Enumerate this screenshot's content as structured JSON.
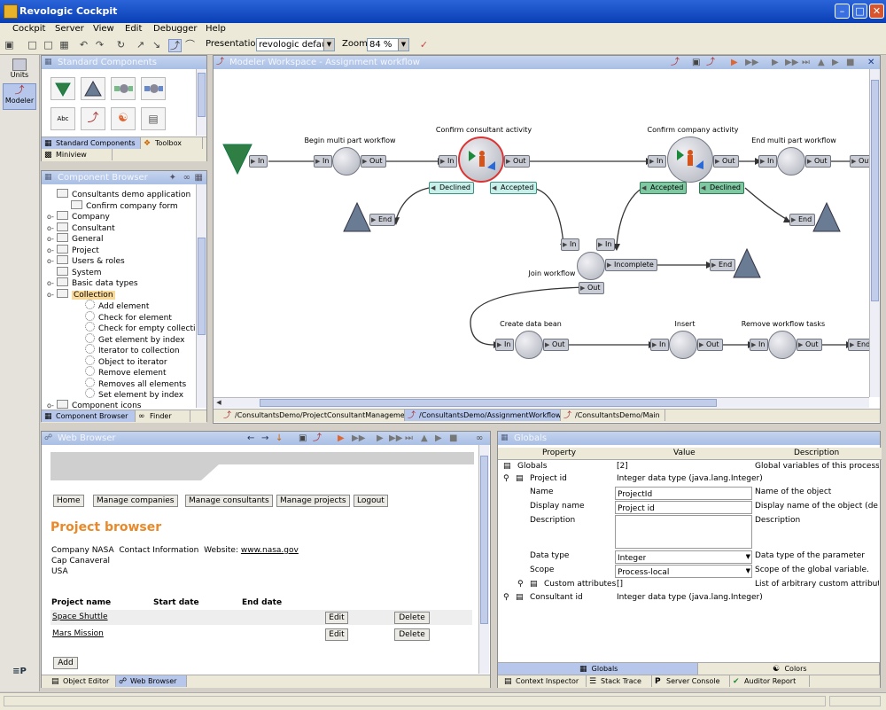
{
  "window": {
    "title": "Revologic Cockpit"
  },
  "menu": [
    "Cockpit",
    "Server",
    "View",
    "Edit",
    "Debugger",
    "Help"
  ],
  "toolbar": {
    "presentation_label": "Presentation",
    "presentation_value": "revologic default",
    "zoom_label": "Zoom",
    "zoom_value": "84 %"
  },
  "sidebar": {
    "units_label": "Units",
    "modeler_label": "Modeler"
  },
  "std_components": {
    "title": "Standard Components",
    "tabs": [
      "Standard Components",
      "Toolbox",
      "Miniview"
    ]
  },
  "component_browser": {
    "title": "Component Browser",
    "items": [
      {
        "label": "Consultants demo application",
        "kind": "folder",
        "exp": ""
      },
      {
        "label": "Confirm company form",
        "kind": "form",
        "exp": ""
      },
      {
        "label": "Company",
        "kind": "folder",
        "exp": "o-"
      },
      {
        "label": "Consultant",
        "kind": "folder",
        "exp": "o-"
      },
      {
        "label": "General",
        "kind": "folder",
        "exp": "o-"
      },
      {
        "label": "Project",
        "kind": "folder",
        "exp": "o-"
      },
      {
        "label": "Users & roles",
        "kind": "folder",
        "exp": "o-"
      },
      {
        "label": "System",
        "kind": "folder",
        "exp": ""
      },
      {
        "label": "Basic data types",
        "kind": "folder",
        "exp": "o-"
      },
      {
        "label": "Collection",
        "kind": "folder",
        "exp": "o-",
        "selected": true
      },
      {
        "label": "Add element",
        "kind": "gear",
        "exp": ""
      },
      {
        "label": "Check for element",
        "kind": "gear",
        "exp": ""
      },
      {
        "label": "Check for empty collection",
        "kind": "gear",
        "exp": ""
      },
      {
        "label": "Get element by index",
        "kind": "gear",
        "exp": ""
      },
      {
        "label": "Iterator to collection",
        "kind": "gear",
        "exp": ""
      },
      {
        "label": "Object to iterator",
        "kind": "gear",
        "exp": ""
      },
      {
        "label": "Remove element",
        "kind": "gear",
        "exp": ""
      },
      {
        "label": "Removes all elements",
        "kind": "gear",
        "exp": ""
      },
      {
        "label": "Set element by index",
        "kind": "gear",
        "exp": ""
      },
      {
        "label": "Component icons",
        "kind": "folder",
        "exp": "o-"
      }
    ],
    "tabs": [
      "Component Browser",
      "Finder"
    ]
  },
  "workspace": {
    "title": "Modeler Workspace - Assignment workflow",
    "nodes": {
      "begin": "Begin multi part workflow",
      "confirm_consultant": "Confirm consultant activity",
      "confirm_company": "Confirm company activity",
      "end_multi": "End multi part workflow",
      "join": "Join workflow",
      "create_bean": "Create data bean",
      "insert": "Insert",
      "remove_tasks": "Remove workflow tasks"
    },
    "ports": {
      "in": "In",
      "out": "Out",
      "end": "End",
      "declined": "Declined",
      "accepted": "Accepted",
      "incomplete": "Incomplete"
    },
    "tabs": [
      "/ConsultantsDemo/ProjectConsultantManagement",
      "/ConsultantsDemo/AssignmentWorkflow",
      "/ConsultantsDemo/Main"
    ]
  },
  "web_browser": {
    "title": "Web Browser",
    "nav": [
      "Home",
      "Manage companies",
      "Manage consultants",
      "Manage projects",
      "Logout"
    ],
    "heading": "Project browser",
    "company_line": {
      "company_label": "Company",
      "company": "NASA",
      "contact": "Contact Information",
      "website_label": "Website:",
      "website": "www.nasa.gov"
    },
    "address": [
      "Cap Canaveral",
      "USA"
    ],
    "columns": [
      "Project name",
      "Start date",
      "End date"
    ],
    "rows": [
      {
        "name": "Space Shuttle",
        "edit": "Edit",
        "delete": "Delete"
      },
      {
        "name": "Mars Mission",
        "edit": "Edit",
        "delete": "Delete"
      }
    ],
    "add": "Add",
    "tabs": [
      "Object Editor",
      "Web Browser"
    ]
  },
  "globals": {
    "title": "Globals",
    "columns": [
      "Property",
      "Value",
      "Description"
    ],
    "rows": {
      "globals": {
        "p": "Globals",
        "v": "[2]",
        "d": "Global variables of this process"
      },
      "project_id": {
        "p": "Project id",
        "v": "Integer data type (java.lang.Integer)",
        "d": ""
      },
      "name": {
        "p": "Name",
        "v": "ProjectId",
        "d": "Name of the object"
      },
      "display_name": {
        "p": "Display name",
        "v": "Project id",
        "d": "Display name of the object (de..."
      },
      "description": {
        "p": "Description",
        "v": "",
        "d": "Description"
      },
      "data_type": {
        "p": "Data type",
        "v": "Integer",
        "d": "Data type of the parameter"
      },
      "scope": {
        "p": "Scope",
        "v": "Process-local",
        "d": "Scope of the global variable."
      },
      "custom": {
        "p": "Custom attributes",
        "v": "[]",
        "d": "List of arbitrary custom attribut..."
      },
      "consultant_id": {
        "p": "Consultant id",
        "v": "Integer data type (java.lang.Integer)",
        "d": ""
      }
    },
    "tabs": [
      "Globals",
      "Colors"
    ],
    "bottom_tabs": [
      "Context Inspector",
      "Stack Trace",
      "Server Console",
      "Auditor Report"
    ]
  }
}
